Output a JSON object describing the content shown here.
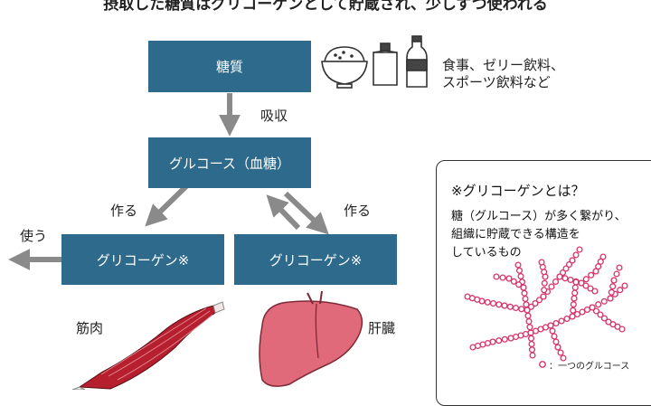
{
  "header": {
    "title": "摂取した糖質はグリコーゲンとして貯蔵され、少しずつ使われる"
  },
  "flow": {
    "sugar": "糖質",
    "absorb": "吸収",
    "glucose": "グルコース（血糖）",
    "make_left": "作る",
    "make_right": "作る",
    "use": "使う",
    "glycogen_left": "グリコーゲン※",
    "glycogen_right": "グリコーゲン※",
    "muscle": "筋肉",
    "liver": "肝臓"
  },
  "foods": {
    "line1": "食事、ゼリー飲料、",
    "line2": "スポーツ飲料など"
  },
  "note": {
    "title": "※グリコーゲンとは？",
    "line1": "糖（グルコース）が多く繋がり、",
    "line2": "組織に貯蔵できる構造を",
    "line3": "しているもの",
    "legend": "：一つのグルコース"
  },
  "colors": {
    "box": "#2e6a8c",
    "arrow": "#8a8a8a",
    "muscle": "#b51f2e",
    "liver": "#e06a7a",
    "glucose_bead": "#d6336c"
  },
  "icons": [
    "rice-bowl-icon",
    "jelly-pouch-icon",
    "bottle-icon",
    "muscle-illustration",
    "liver-illustration"
  ]
}
